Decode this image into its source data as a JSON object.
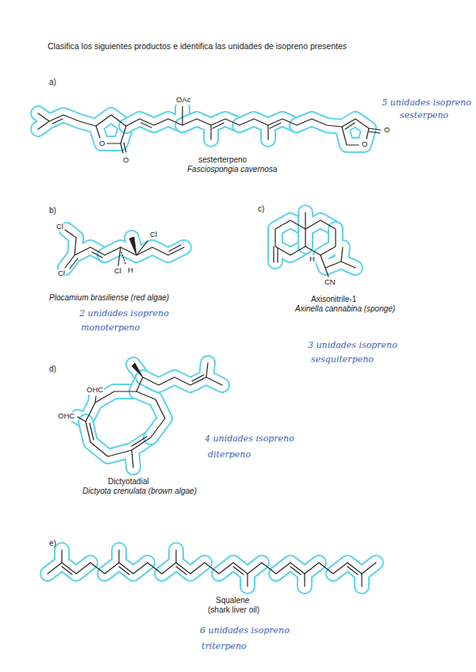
{
  "diagram": {
    "title": "Clasifica los siguientes productos e identifica las unidades de isopreno presentes",
    "labels": [
      "a)",
      "OAc",
      "O",
      "O",
      "O",
      "O",
      "sesterterpeno",
      "Fasciospongia cavernosa",
      "5 unidades isopreno",
      "sesterpeno",
      "b)",
      "Cl",
      "Cl",
      "Cl",
      "Cl",
      "H",
      "Plocamium brasiliense (red algae)",
      "2 unidades isopreno",
      "monoterpeno",
      "c)",
      "H",
      "CN",
      "Axisonitrile-1",
      "Axinella cannabina (sponge)",
      "3 unidades isopreno",
      "sesquiterpeno",
      "d)",
      "OHC",
      "OHC",
      "Dictyotadial",
      "Dictyota crenulata (brown algae)",
      "4 unidades isopreno",
      "diterpeno",
      "e)",
      "Squalene",
      "(shark liver oil)",
      "6 unidades isopreno",
      "triterpeno"
    ]
  }
}
